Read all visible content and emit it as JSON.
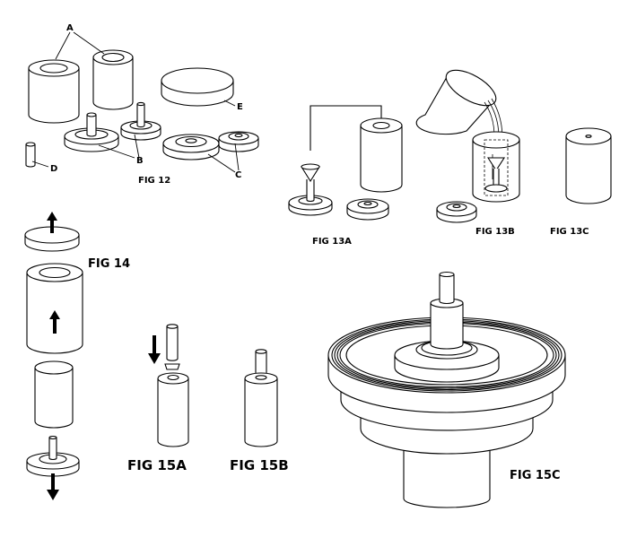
{
  "figures": {
    "fig12": "FIG 12",
    "fig13a": "FIG 13A",
    "fig13b": "FIG 13B",
    "fig13c": "FIG 13C",
    "fig14": "FIG 14",
    "fig15a": "FIG 15A",
    "fig15b": "FIG 15B",
    "fig15c": "FIG 15C"
  },
  "parts": {
    "A": "A",
    "B": "B",
    "C": "C",
    "D": "D",
    "E": "E"
  }
}
